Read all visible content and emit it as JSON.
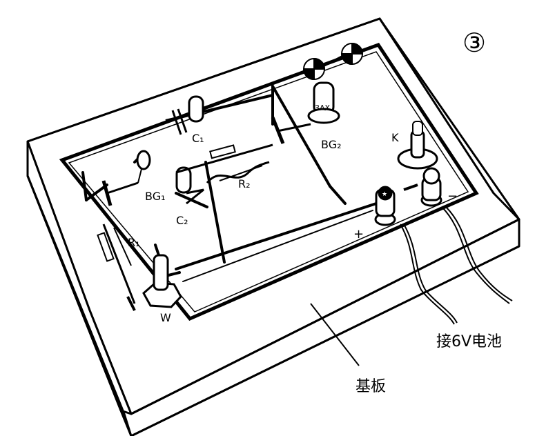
{
  "figure_number": "③",
  "labels": {
    "c1": "C₁",
    "c2": "C₂",
    "r1": "R₁",
    "r2": "R₂",
    "bg1": "BG₁",
    "bg2": "BG₂",
    "k": "K",
    "w": "W",
    "transistor_marking": "3AX",
    "plus": "+",
    "minus": "−",
    "battery_note": "接6V电池",
    "board": "基板"
  }
}
